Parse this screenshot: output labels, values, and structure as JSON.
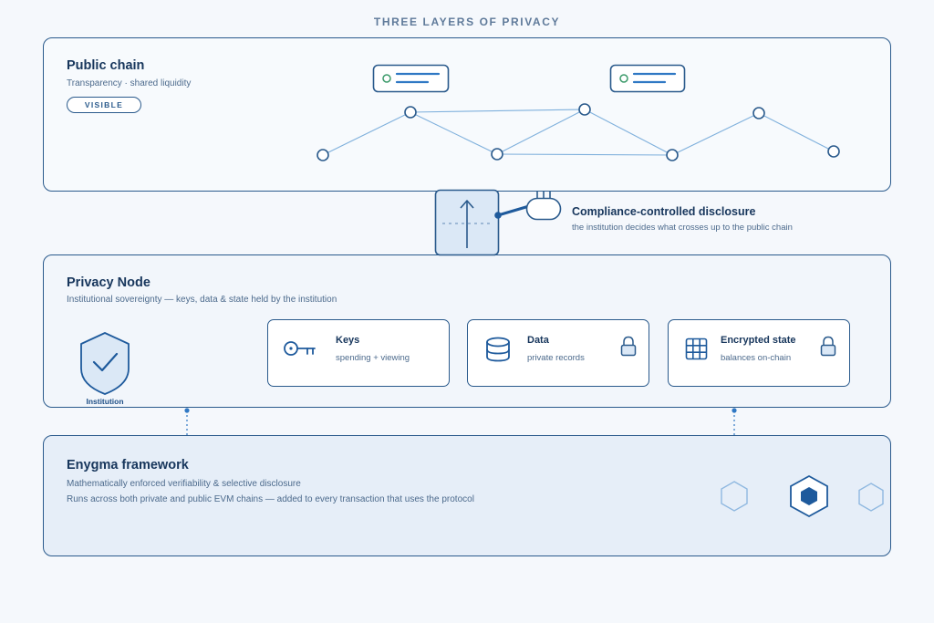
{
  "header": {
    "title": "THREE LAYERS OF PRIVACY"
  },
  "public_chain": {
    "title": "Public chain",
    "subtitle": "Transparency · shared liquidity",
    "badge": "VISIBLE"
  },
  "disclosure": {
    "title": "Compliance-controlled disclosure",
    "subtitle": "the institution decides what crosses up to the public chain"
  },
  "privacy_node": {
    "title": "Privacy Node",
    "subtitle": "Institutional sovereignty — keys, data & state held by the institution",
    "institution_label": "Institution",
    "cards": [
      {
        "title": "Keys",
        "subtitle": "spending + viewing",
        "icon": "key-icon"
      },
      {
        "title": "Data",
        "subtitle": "private records",
        "icon": "database-icon"
      },
      {
        "title": "Encrypted state",
        "subtitle": "balances on-chain",
        "icon": "grid-icon"
      }
    ]
  },
  "enygma": {
    "title": "Enygma framework",
    "line1": "Mathematically enforced verifiability & selective disclosure",
    "line2": "Runs across both private and public EVM chains — added to every transaction that uses the protocol"
  },
  "colors": {
    "primary": "#2a5a8c",
    "dark": "#17365c",
    "light_line": "#7fb0dc",
    "accent_green": "#3b9a6a",
    "background": "#f5f8fc"
  }
}
